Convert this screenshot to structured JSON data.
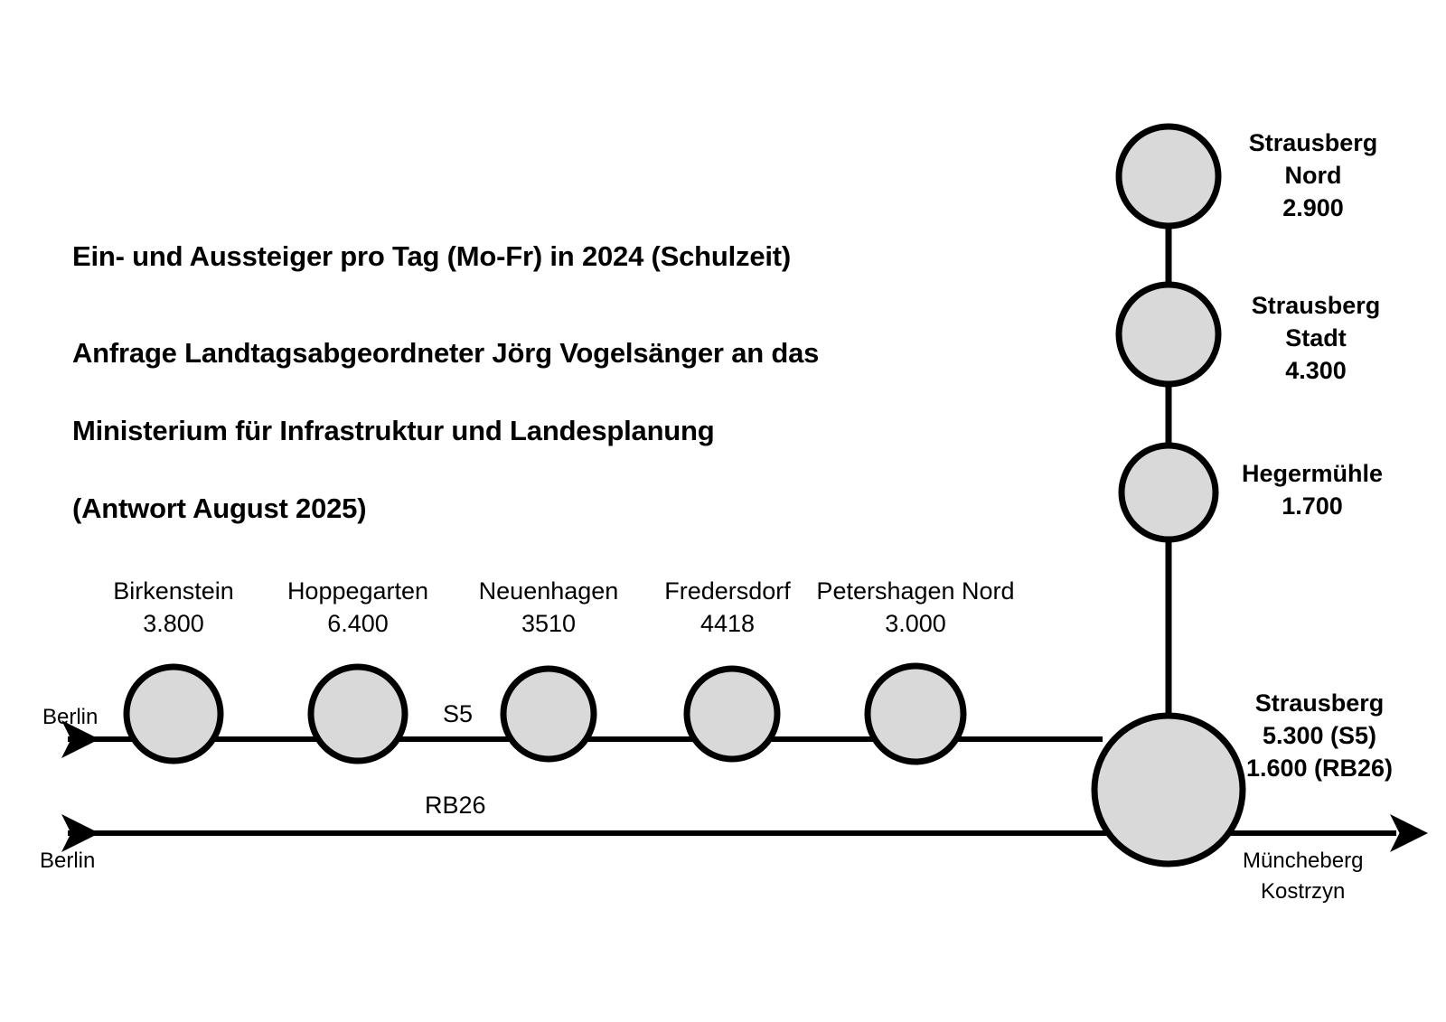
{
  "header": {
    "title": "Ein- und Aussteiger pro Tag (Mo-Fr) in 2024 (Schulzeit)",
    "subtitle_line1": "Anfrage Landtagsabgeordneter Jörg Vogelsänger an das",
    "subtitle_line2": "Ministerium für Infrastruktur und Landesplanung",
    "subtitle_line3": "(Antwort August 2025)"
  },
  "lines": {
    "s5_label": "S5",
    "rb26_label": "RB26",
    "s5_west_terminus": "Berlin",
    "rb26_west_terminus": "Berlin",
    "rb26_east_terminus_line1": "Müncheberg",
    "rb26_east_terminus_line2": "Kostrzyn"
  },
  "colors": {
    "station_fill": "#D9D9D9",
    "stroke": "#000000",
    "background": "#FFFFFF"
  },
  "chart_data": {
    "type": "diagram",
    "title": "Ein- und Aussteiger pro Tag (Mo-Fr) in 2024 (Schulzeit)",
    "unit": "Ein- und Aussteiger pro Tag (Mo-Fr)",
    "period": "2024 (Schulzeit)",
    "stations": [
      {
        "name": "Birkenstein",
        "value_text": "3.800",
        "value": 3800,
        "line": "S5"
      },
      {
        "name": "Hoppegarten",
        "value_text": "6.400",
        "value": 6400,
        "line": "S5"
      },
      {
        "name": "Neuenhagen",
        "value_text": "3510",
        "value": 3510,
        "line": "S5"
      },
      {
        "name": "Fredersdorf",
        "value_text": "4418",
        "value": 4418,
        "line": "S5"
      },
      {
        "name": "Petershagen Nord",
        "value_text": "3.000",
        "value": 3000,
        "line": "S5"
      },
      {
        "name": "Strausberg Nord",
        "value_text": "2.900",
        "value": 2900,
        "line": "S5"
      },
      {
        "name": "Strausberg Stadt",
        "value_text": "4.300",
        "value": 4300,
        "line": "S5"
      },
      {
        "name": "Hegermühle",
        "value_text": "1.700",
        "value": 1700,
        "line": "S5"
      },
      {
        "name": "Strausberg",
        "value_text": "5.300 (S5)",
        "value": 5300,
        "line": "S5/RB26",
        "value_text_2": "1.600 (RB26)",
        "value_2": 1600
      }
    ]
  },
  "s5_stations": [
    {
      "name": "Birkenstein",
      "value": "3.800"
    },
    {
      "name": "Hoppegarten",
      "value": "6.400"
    },
    {
      "name": "Neuenhagen",
      "value": "3510"
    },
    {
      "name": "Fredersdorf",
      "value": "4418"
    },
    {
      "name": "Petershagen Nord",
      "value": "3.000"
    }
  ],
  "branch_stations": [
    {
      "name_line1": "Strausberg",
      "name_line2": "Nord",
      "value": "2.900"
    },
    {
      "name_line1": "Strausberg",
      "name_line2": "Stadt",
      "value": "4.300"
    },
    {
      "name_line1": "Hegermühle",
      "name_line2": "",
      "value": "1.700"
    }
  ],
  "junction": {
    "name": "Strausberg",
    "value_s5": "5.300 (S5)",
    "value_rb26": "1.600 (RB26)"
  }
}
